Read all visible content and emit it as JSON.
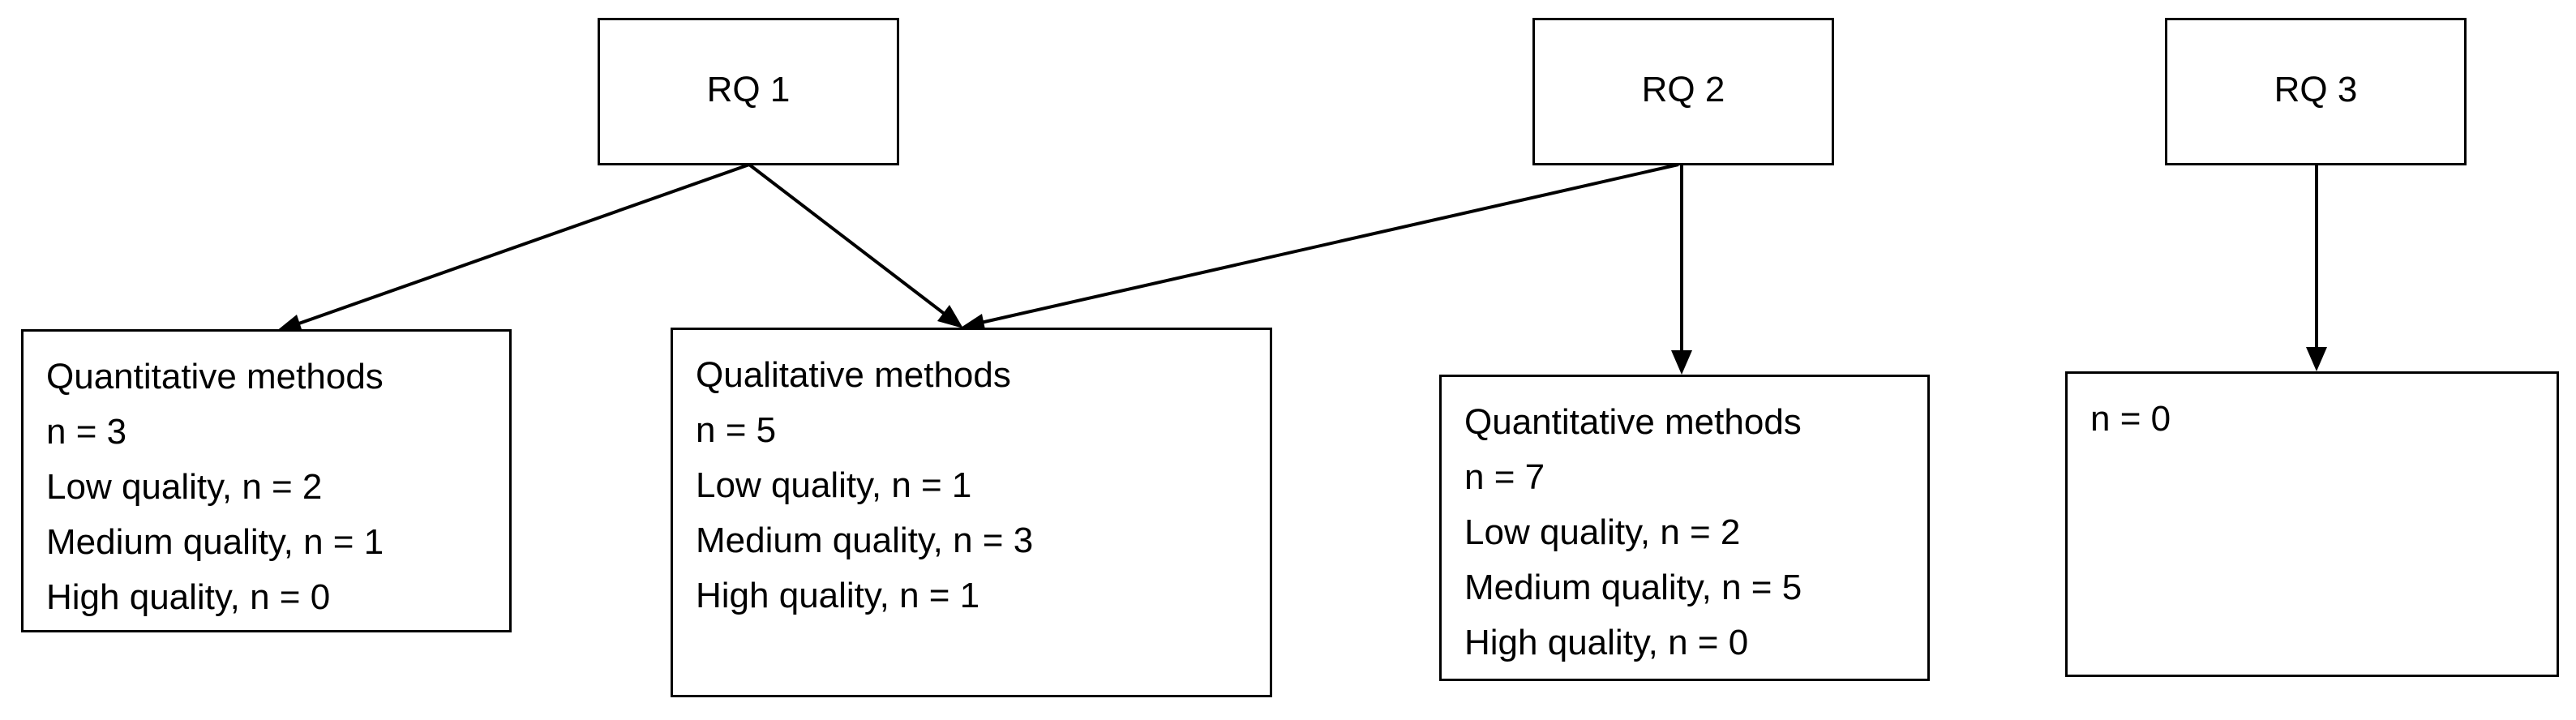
{
  "research_questions": [
    {
      "label": "RQ 1"
    },
    {
      "label": "RQ 2"
    },
    {
      "label": "RQ 3"
    }
  ],
  "result_boxes": [
    {
      "title": "Quantitative methods",
      "count": "n = 3",
      "low": "Low quality, n = 2",
      "medium": "Medium quality, n = 1",
      "high": "High quality, n = 0"
    },
    {
      "title": "Qualitative methods",
      "count": "n = 5",
      "low": "Low quality, n = 1",
      "medium": "Medium quality, n = 3",
      "high": "High quality, n = 1"
    },
    {
      "title": "Quantitative methods",
      "count": "n = 7",
      "low": "Low quality, n = 2",
      "medium": "Medium quality, n = 5",
      "high": "High quality, n = 0"
    },
    {
      "count": "n = 0"
    }
  ]
}
